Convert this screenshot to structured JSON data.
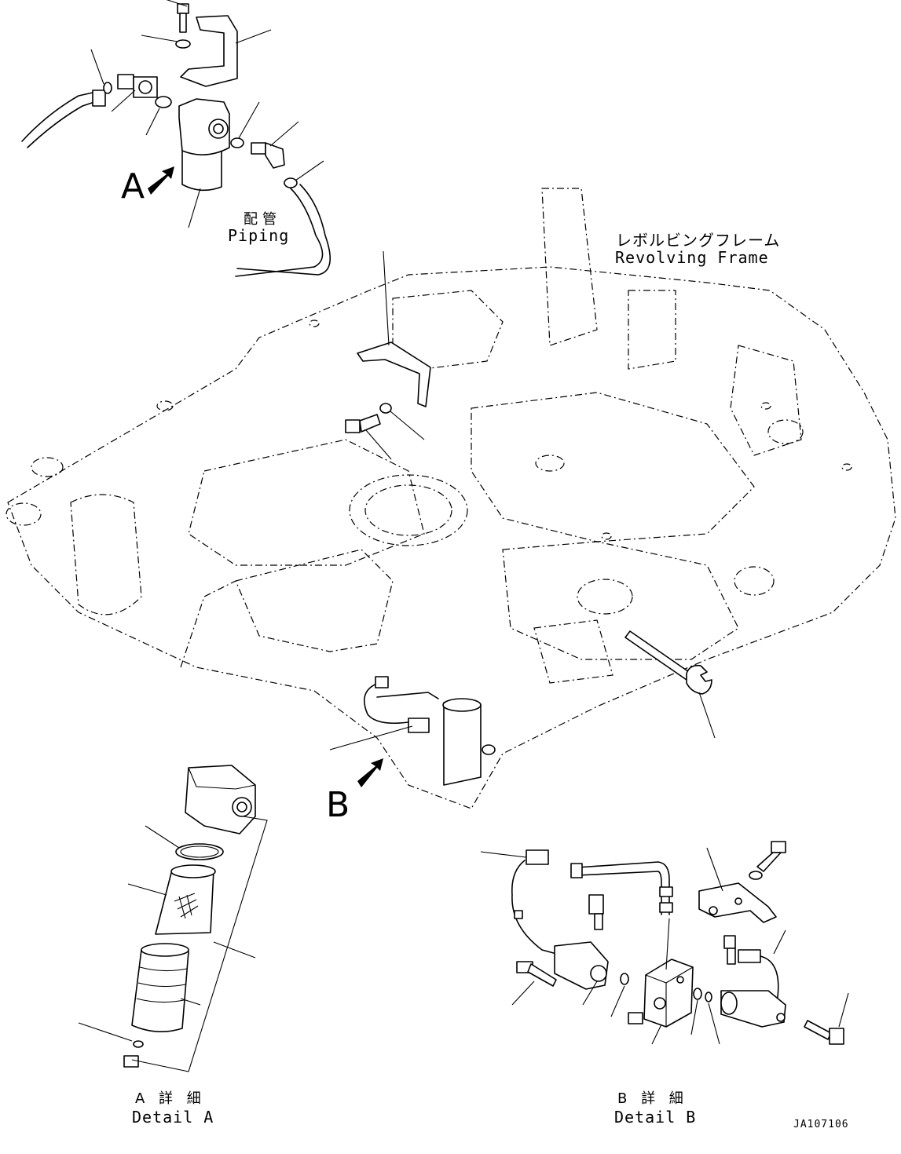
{
  "labels": {
    "callout_a": "A",
    "callout_b": "B",
    "piping_jp": "配管",
    "piping_en": "Piping",
    "frame_jp": "レボルビングフレーム",
    "frame_en": "Revolving Frame",
    "detail_a_jp": "A 詳 細",
    "detail_a_en": "Detail A",
    "detail_b_jp": "B 詳 細",
    "detail_b_en": "Detail B",
    "drawing_number": "JA107106"
  }
}
